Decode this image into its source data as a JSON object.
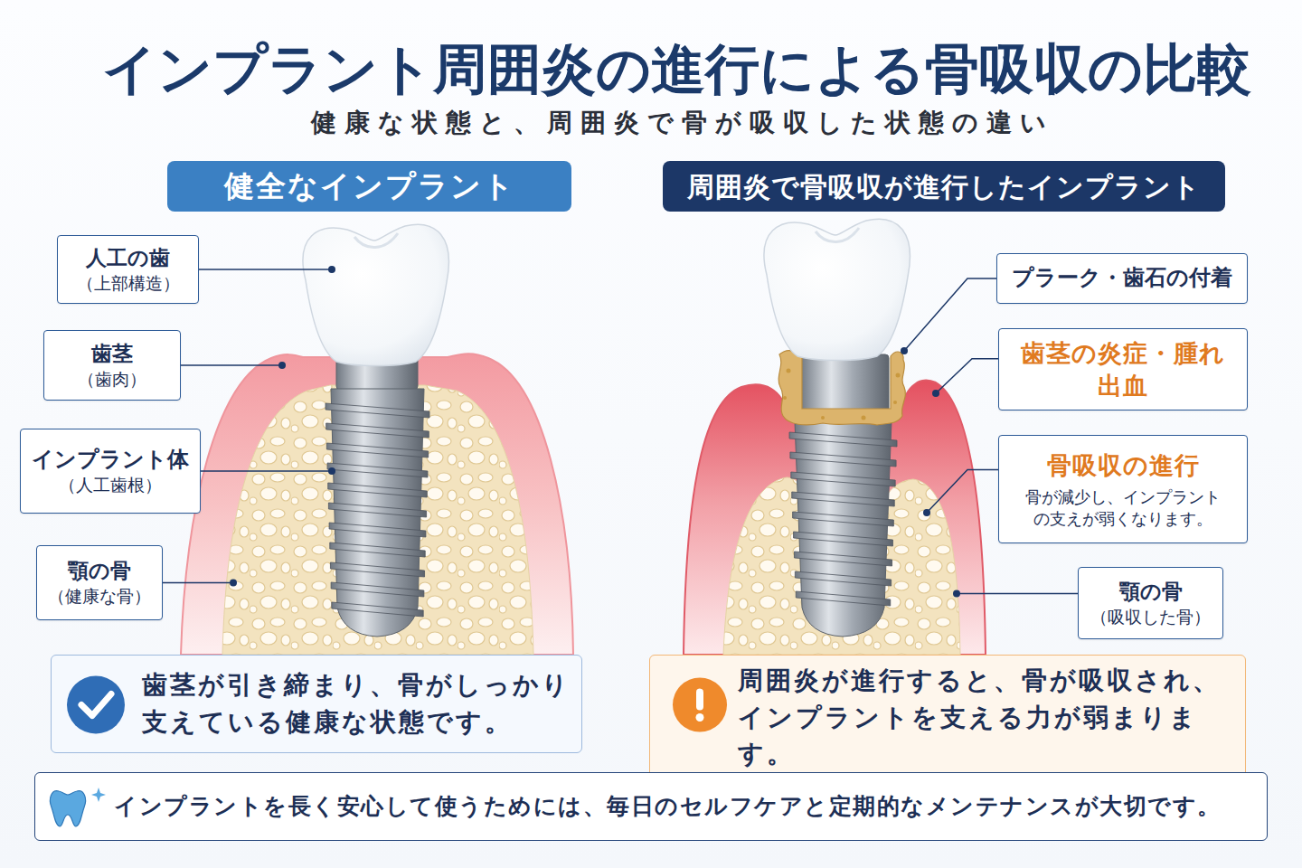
{
  "diagram": {
    "title": "インプラント周囲炎の進行による骨吸収の比較",
    "nodes": [
      {
        "text": [
          "健全なインプラント"
        ]
      },
      {
        "text": [
          "周囲炎で骨吸収が進行したインプラント"
        ]
      },
      {
        "text": [
          "人工の歯",
          "（上部構造）"
        ]
      },
      {
        "text": [
          "歯茎",
          "（歯肉）"
        ]
      },
      {
        "text": [
          "インプラント体",
          "（人工歯根）"
        ]
      },
      {
        "text": [
          "顎の骨",
          "（健康な骨）"
        ]
      },
      {
        "text": [
          "プラーク・歯石の付着"
        ]
      },
      {
        "text": [
          "歯茎の炎症・腫れ 出血"
        ]
      },
      {
        "text": [
          "骨吸収の進行",
          "骨が減少し、インプラントの支えが弱くなります。"
        ]
      },
      {
        "text": [
          "顎の骨",
          "（吸収した骨）"
        ]
      },
      {
        "text": [
          "歯茎が引き締まり、骨がしっかり支えている健康な状態です。"
        ]
      },
      {
        "text": [
          "周囲炎が進行すると、骨が吸収され、インプラントを支える力が弱まります。"
        ]
      },
      {
        "text": [
          "インプラントを長く安心して使うためには、毎日のセルフケアと定期的なメンテナンスが大切です。"
        ]
      }
    ],
    "labels": [
      "健康な状態と、周囲炎で骨が吸収した状態の違い"
    ]
  }
}
